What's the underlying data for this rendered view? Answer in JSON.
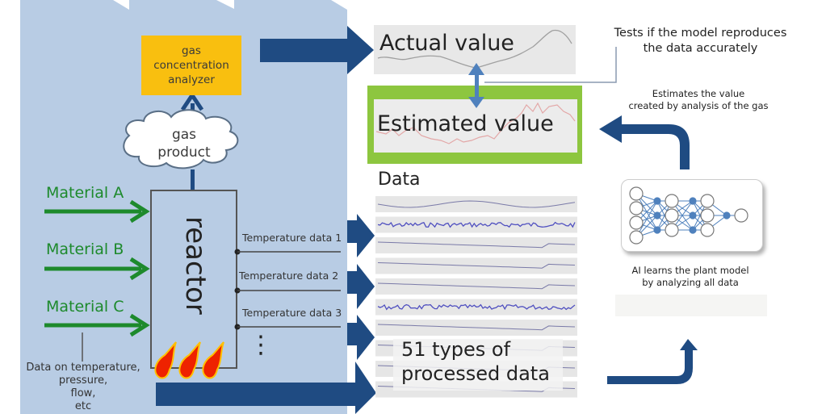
{
  "plant": {
    "analyzer_label": [
      "gas",
      "concentration",
      "analyzer"
    ],
    "cloud_label": [
      "gas",
      "product"
    ],
    "materials": [
      "Material A",
      "Material B",
      "Material C"
    ],
    "reactor_label": "reactor",
    "temperature_labels": [
      "Temperature data 1",
      "Temperature data 2",
      "Temperature data 3"
    ],
    "ellipsis": "⋮",
    "sensor_note": [
      "Data on temperature,",
      "pressure,",
      "flow,",
      "etc"
    ]
  },
  "panels": {
    "actual_label": "Actual value",
    "estimated_label": "Estimated value",
    "data_heading": "Data",
    "processed_label": [
      "51 types of",
      "processed data"
    ],
    "data_series_count": 10
  },
  "notes": {
    "tests": [
      "Tests if the model reproduces",
      "the data accurately"
    ],
    "estimates": [
      "Estimates the value",
      "created by analysis of the gas"
    ],
    "ai_learns": [
      "AI learns the plant model",
      "by analyzing all data"
    ]
  },
  "icons": {
    "flame": "flame-icon",
    "neural_network": "neural-network-icon",
    "cloud": "cloud-icon"
  },
  "colors": {
    "plant_bg": "#b8cce4",
    "arrow_dark_blue": "#1f4b82",
    "arrow_light_blue": "#4f81bd",
    "material_green": "#1d8a2c",
    "analyzer_yellow": "#f9bf0f",
    "estimate_border_green": "#8dc63f",
    "flame_red": "#ee2200",
    "flame_glow": "#ffc000"
  }
}
